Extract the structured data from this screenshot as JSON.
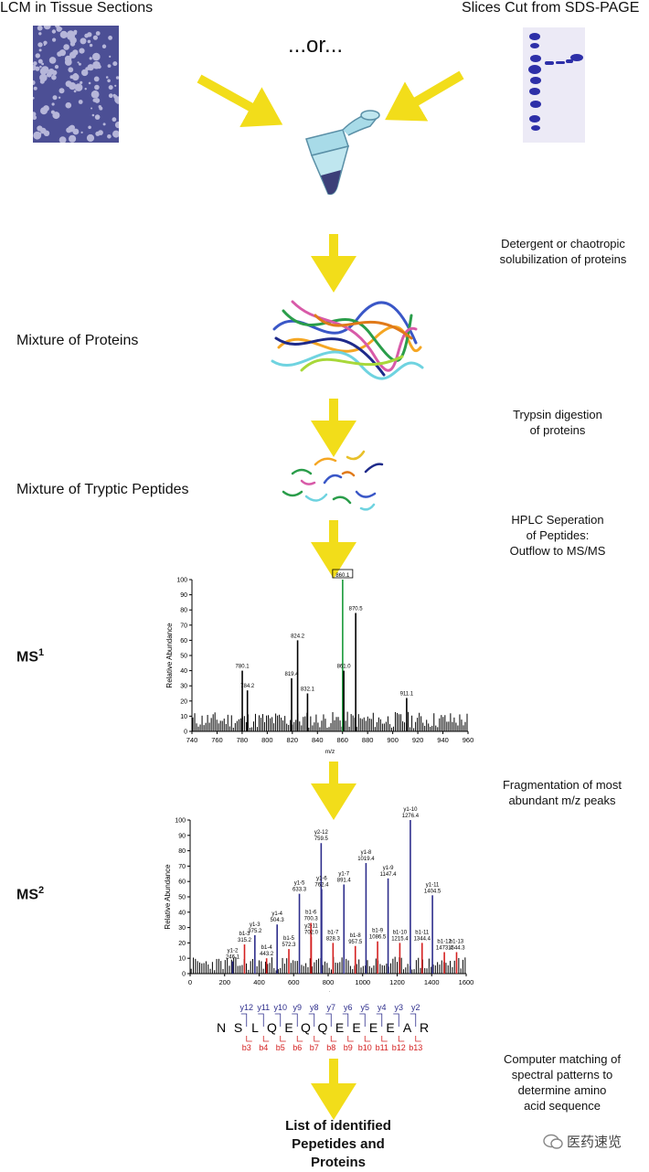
{
  "top": {
    "left_label": "LCM in Tissue Sections",
    "middle_label": "...or...",
    "right_label": "Slices Cut from SDS-PAGE"
  },
  "steps": {
    "detergent": [
      "Detergent or chaotropic",
      "solubilization of proteins"
    ],
    "mixture_proteins": "Mixture of Proteins",
    "trypsin": [
      "Trypsin digestion",
      "of proteins"
    ],
    "mixture_peptides": "Mixture of Tryptic Peptides",
    "hplc": [
      "HPLC Seperation",
      "of Peptides:",
      "Outflow to MS/MS"
    ],
    "ms1": "MS",
    "ms1_sup": "1",
    "fragmentation": [
      "Fragmentation of most",
      "abundant m/z peaks"
    ],
    "ms2": "MS",
    "ms2_sup": "2",
    "computer": [
      "Computer matching of",
      "spectral patterns to",
      "determine amino",
      "acid sequence"
    ],
    "final": [
      "List of identified",
      "Pepetides and",
      "Proteins"
    ]
  },
  "watermark": "医药速览",
  "colors": {
    "arrow": "#f2dd1a",
    "green_peak": "#1a9a3a",
    "blue_ion": "#2e2e8c",
    "red_ion": "#d42020"
  },
  "chart_data": [
    {
      "type": "bar",
      "name": "MS1",
      "xlabel": "m/z",
      "ylabel": "Relative Abundance",
      "xlim": [
        740,
        960
      ],
      "ylim": [
        0,
        100
      ],
      "xticks": [
        740,
        760,
        780,
        800,
        820,
        840,
        860,
        880,
        900,
        920,
        940,
        960
      ],
      "yticks": [
        0,
        10,
        20,
        30,
        40,
        50,
        60,
        70,
        80,
        90,
        100
      ],
      "peaks": [
        {
          "x": 780.1,
          "y": 40,
          "label": "780.1"
        },
        {
          "x": 784.2,
          "y": 27,
          "label": "784.2"
        },
        {
          "x": 819.4,
          "y": 35,
          "label": "819.4"
        },
        {
          "x": 824.2,
          "y": 60,
          "label": "824.2"
        },
        {
          "x": 832.1,
          "y": 25,
          "label": "832.1"
        },
        {
          "x": 860.1,
          "y": 100,
          "label": "860.1",
          "highlight": true
        },
        {
          "x": 861.0,
          "y": 40,
          "label": "861.0"
        },
        {
          "x": 870.5,
          "y": 78,
          "label": "870.5"
        },
        {
          "x": 911.1,
          "y": 22,
          "label": "911.1"
        }
      ]
    },
    {
      "type": "bar",
      "name": "MS2",
      "xlabel": "m/z",
      "ylabel": "Relative Abundance",
      "xlim": [
        0,
        1600
      ],
      "ylim": [
        0,
        100
      ],
      "xticks": [
        0,
        200,
        400,
        600,
        800,
        1000,
        1200,
        1400,
        1600
      ],
      "yticks": [
        0,
        10,
        20,
        30,
        40,
        50,
        60,
        70,
        80,
        90,
        100
      ],
      "peaks": [
        {
          "x": 246.1,
          "y": 8,
          "label": "y1-2\n246.1",
          "ion": "y"
        },
        {
          "x": 315.2,
          "y": 19,
          "label": "b1-3\n315.2",
          "ion": "b"
        },
        {
          "x": 375.2,
          "y": 25,
          "label": "y1-3\n375.2",
          "ion": "y"
        },
        {
          "x": 443.2,
          "y": 10,
          "label": "b1-4\n443.2",
          "ion": "b"
        },
        {
          "x": 504.3,
          "y": 32,
          "label": "y1-4\n504.3",
          "ion": "y"
        },
        {
          "x": 572.3,
          "y": 16,
          "label": "b1-5\n572.3",
          "ion": "b"
        },
        {
          "x": 633.3,
          "y": 52,
          "label": "y1-5\n633.3",
          "ion": "y"
        },
        {
          "x": 700.3,
          "y": 33,
          "label": "b1-6\n700.3",
          "ion": "b"
        },
        {
          "x": 702.0,
          "y": 24,
          "label": "y2-11\n702.0",
          "ion": "b"
        },
        {
          "x": 759.5,
          "y": 85,
          "label": "y2-12\n759.5",
          "ion": "y"
        },
        {
          "x": 762.4,
          "y": 55,
          "label": "y1-6\n762.4",
          "ion": "y"
        },
        {
          "x": 828.3,
          "y": 20,
          "label": "b1-7\n828.3",
          "ion": "b"
        },
        {
          "x": 891.4,
          "y": 58,
          "label": "y1-7\n891.4",
          "ion": "y"
        },
        {
          "x": 957.5,
          "y": 18,
          "label": "b1-8\n957.5",
          "ion": "b"
        },
        {
          "x": 1019.4,
          "y": 72,
          "label": "y1-8\n1019.4",
          "ion": "y"
        },
        {
          "x": 1086.5,
          "y": 21,
          "label": "b1-9\n1086.5",
          "ion": "b"
        },
        {
          "x": 1147.4,
          "y": 62,
          "label": "y1-9\n1147.4",
          "ion": "y"
        },
        {
          "x": 1215.4,
          "y": 20,
          "label": "b1-10\n1215.4",
          "ion": "b"
        },
        {
          "x": 1276.4,
          "y": 100,
          "label": "y1-10\n1276.4",
          "ion": "y"
        },
        {
          "x": 1344.4,
          "y": 20,
          "label": "b1-11\n1344.4",
          "ion": "b"
        },
        {
          "x": 1404.5,
          "y": 51,
          "label": "y1-11\n1404.5",
          "ion": "y"
        },
        {
          "x": 1473.4,
          "y": 14,
          "label": "b1-12\n1473.4",
          "ion": "b"
        },
        {
          "x": 1544.3,
          "y": 14,
          "label": "b1-13\n1544.3",
          "ion": "b"
        }
      ]
    }
  ],
  "sequence": {
    "residues": [
      "N",
      "S",
      "L",
      "Q",
      "E",
      "Q",
      "Q",
      "E",
      "E",
      "E",
      "E",
      "A",
      "R"
    ],
    "y_labels": [
      "y12",
      "y11",
      "y10",
      "y9",
      "y8",
      "y7",
      "y6",
      "y5",
      "y4",
      "y3",
      "y2"
    ],
    "b_labels": [
      "b3",
      "b4",
      "b5",
      "b6",
      "b7",
      "b8",
      "b9",
      "b10",
      "b11",
      "b12",
      "b13"
    ]
  }
}
